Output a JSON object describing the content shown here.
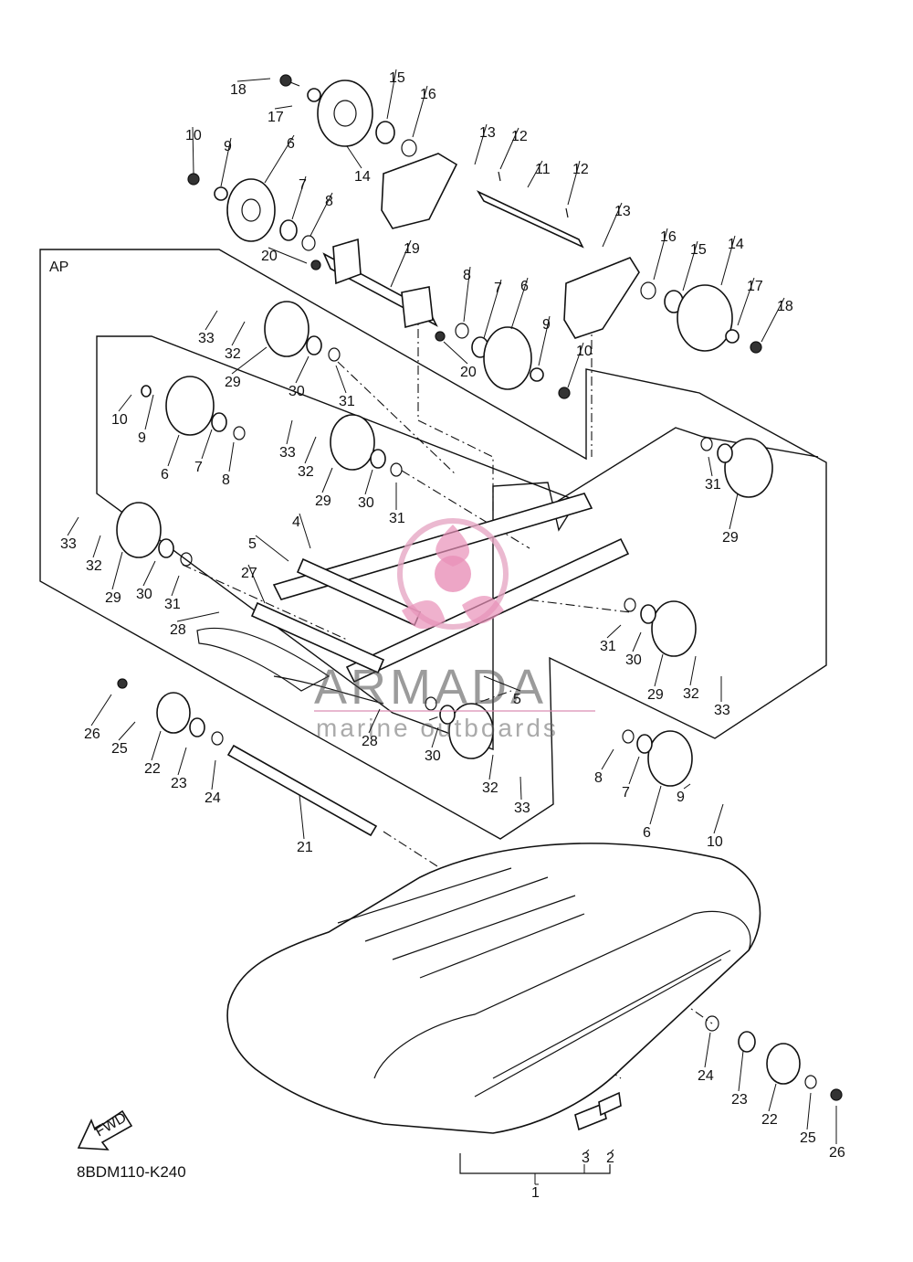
{
  "diagram": {
    "box_label": "AP",
    "diagram_code": "8BDM110-K240",
    "fwd_label": "FWD",
    "watermark": {
      "brand": "ARMADA",
      "tagline": "marine outboards"
    },
    "callouts": [
      "1",
      "2",
      "3",
      "4",
      "5",
      "5",
      "6",
      "6",
      "6",
      "6",
      "7",
      "7",
      "7",
      "7",
      "8",
      "8",
      "8",
      "8",
      "9",
      "9",
      "9",
      "9",
      "10",
      "10",
      "10",
      "10",
      "11",
      "12",
      "12",
      "13",
      "13",
      "14",
      "14",
      "15",
      "15",
      "16",
      "16",
      "17",
      "17",
      "18",
      "18",
      "19",
      "20",
      "20",
      "21",
      "22",
      "22",
      "23",
      "23",
      "24",
      "24",
      "25",
      "25",
      "26",
      "26",
      "27",
      "28",
      "28",
      "29",
      "29",
      "29",
      "29",
      "29",
      "30",
      "30",
      "30",
      "30",
      "30",
      "31",
      "31",
      "31",
      "31",
      "31",
      "32",
      "32",
      "32",
      "32",
      "32",
      "33",
      "33",
      "33",
      "33",
      "33"
    ]
  }
}
